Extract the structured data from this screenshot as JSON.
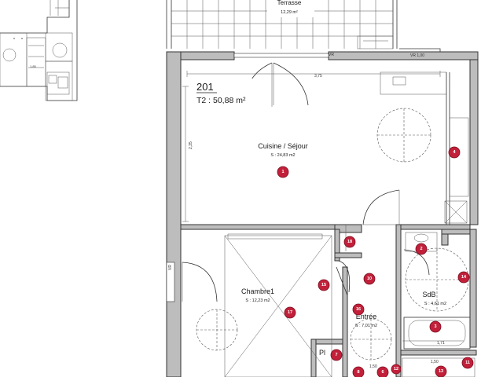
{
  "plan": {
    "unit_number": "201",
    "unit_type": "T2 : 50,88 m²",
    "rooms": {
      "terrasse": {
        "name": "Terrasse",
        "area": "12,29 m²"
      },
      "cuisine": {
        "name": "Cuisine / Séjour",
        "area": "S : 24,83 m2"
      },
      "chambre": {
        "name": "Chambre1",
        "area": "S : 12,23 m2"
      },
      "entree": {
        "name": "Entrée",
        "area": "S : 7,01 m2"
      },
      "sdb": {
        "name": "SdB",
        "area": "S : 4,61 m2"
      },
      "placard": {
        "name": "Pl"
      }
    },
    "dimensions": {
      "d1": "3,75",
      "d2": "2,35",
      "d3": "VR 1,00",
      "d4": "VR",
      "d5": "VR",
      "d6": "1,71",
      "d7": "1,50",
      "d8": "1,50"
    },
    "markers": [
      "1",
      "4",
      "18",
      "10",
      "2",
      "14",
      "15",
      "17",
      "16",
      "3",
      "7",
      "8",
      "6",
      "13",
      "11",
      "12"
    ]
  }
}
